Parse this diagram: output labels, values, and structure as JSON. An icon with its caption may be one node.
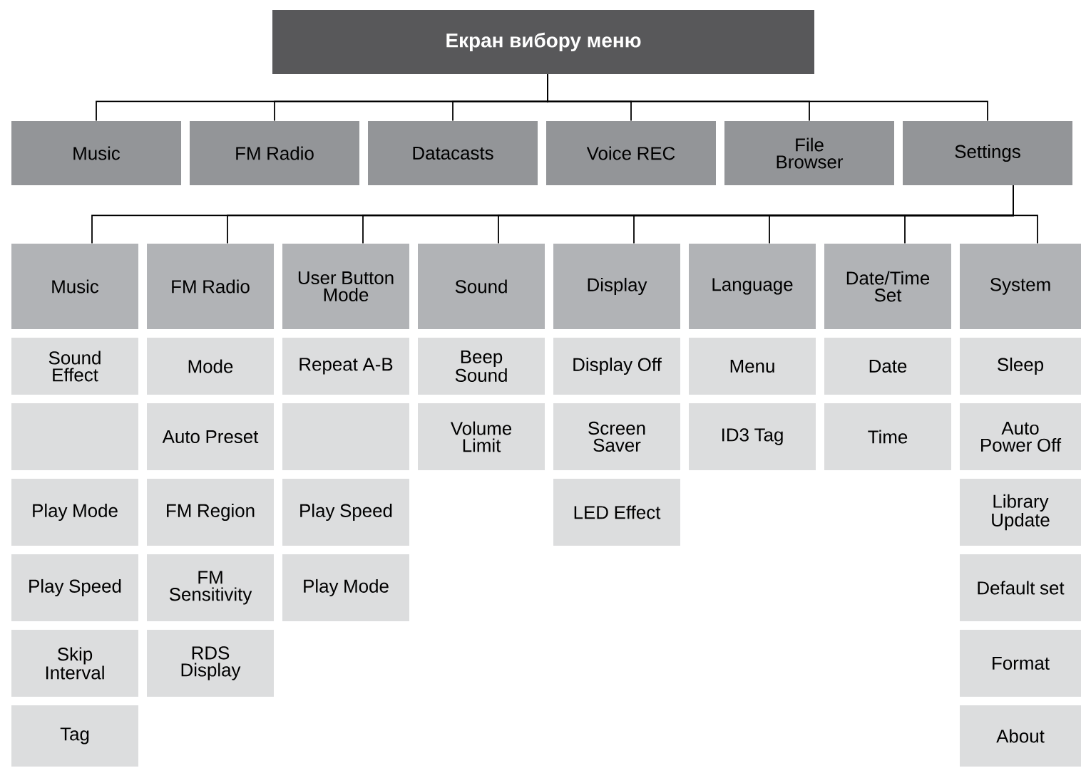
{
  "diagram": {
    "title": "Екран вибору меню",
    "nodes": [
      {
        "text": [
          "Music"
        ]
      },
      {
        "text": [
          "FM Radio"
        ]
      },
      {
        "text": [
          "Datacasts"
        ]
      },
      {
        "text": [
          "Voice REC"
        ]
      },
      {
        "text": [
          "File Browser"
        ]
      },
      {
        "text": [
          "Settings"
        ]
      },
      {
        "text": [
          "Music"
        ]
      },
      {
        "text": [
          "FM Radio"
        ]
      },
      {
        "text": [
          "User Button Mode"
        ]
      },
      {
        "text": [
          "Sound"
        ]
      },
      {
        "text": [
          "Display"
        ]
      },
      {
        "text": [
          "Language"
        ]
      },
      {
        "text": [
          "Date/Time Set"
        ]
      },
      {
        "text": [
          "System"
        ]
      },
      {
        "text": [
          "Sound Effect"
        ]
      },
      {
        "text": [],
        "shape": "box"
      },
      {
        "text": [
          "Play Mode"
        ]
      },
      {
        "text": [
          "Play Speed"
        ]
      },
      {
        "text": [
          "Skip Interval"
        ]
      },
      {
        "text": [
          "Tag"
        ]
      },
      {
        "text": [
          "Mode"
        ]
      },
      {
        "text": [
          "Auto Preset"
        ]
      },
      {
        "text": [
          "FM Region"
        ]
      },
      {
        "text": [
          "FM Sensitivity"
        ]
      },
      {
        "text": [
          "RDS Display"
        ]
      },
      {
        "text": [
          "Repeat A-B"
        ]
      },
      {
        "text": [],
        "shape": "box"
      },
      {
        "text": [
          "Play Speed"
        ]
      },
      {
        "text": [
          "Play Mode"
        ]
      },
      {
        "text": [
          "Beep Sound"
        ]
      },
      {
        "text": [
          "Volume Limit"
        ]
      },
      {
        "text": [
          "Display Off"
        ]
      },
      {
        "text": [
          "Screen Saver"
        ]
      },
      {
        "text": [
          "LED Effect"
        ]
      },
      {
        "text": [
          "Menu"
        ]
      },
      {
        "text": [
          "ID3 Tag"
        ]
      },
      {
        "text": [
          "Date"
        ]
      },
      {
        "text": [
          "Time"
        ]
      },
      {
        "text": [
          "Sleep"
        ]
      },
      {
        "text": [
          "Auto Power Off"
        ]
      },
      {
        "text": [
          "Library Update"
        ]
      },
      {
        "text": [
          "Default set"
        ]
      },
      {
        "text": [
          "Format"
        ]
      },
      {
        "text": [
          "About"
        ]
      }
    ],
    "edges": [
      {
        "from": null,
        "to": 0,
        "arrow": "none"
      },
      {
        "from": null,
        "to": 1,
        "arrow": "none"
      },
      {
        "from": null,
        "to": 2,
        "arrow": "none"
      },
      {
        "from": null,
        "to": 3,
        "arrow": "none"
      },
      {
        "from": null,
        "to": 4,
        "arrow": "none"
      },
      {
        "from": null,
        "to": 5,
        "arrow": "none"
      },
      {
        "from": 5,
        "to": 6,
        "arrow": "none"
      },
      {
        "from": 5,
        "to": 7,
        "arrow": "none"
      },
      {
        "from": 5,
        "to": 8,
        "arrow": "none"
      },
      {
        "from": 5,
        "to": 9,
        "arrow": "none"
      },
      {
        "from": 5,
        "to": 10,
        "arrow": "none"
      },
      {
        "from": 5,
        "to": 11,
        "arrow": "none"
      },
      {
        "from": 5,
        "to": 12,
        "arrow": "none"
      },
      {
        "from": 5,
        "to": 13,
        "arrow": "none"
      }
    ]
  }
}
